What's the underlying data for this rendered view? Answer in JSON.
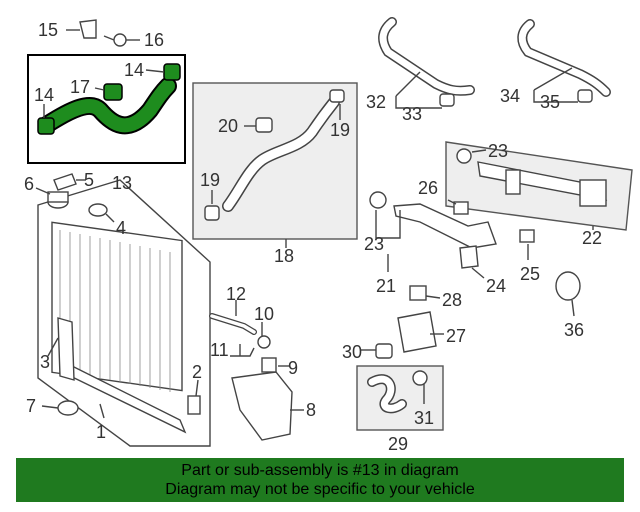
{
  "callouts": {
    "c1": "1",
    "c2": "2",
    "c3": "3",
    "c4": "4",
    "c5": "5",
    "c6": "6",
    "c7": "7",
    "c8": "8",
    "c9": "9",
    "c10": "10",
    "c11": "11",
    "c12": "12",
    "c13": "13",
    "c14a": "14",
    "c14b": "14",
    "c15": "15",
    "c16": "16",
    "c17": "17",
    "c18": "18",
    "c19a": "19",
    "c19b": "19",
    "c20": "20",
    "c21": "21",
    "c22": "22",
    "c23a": "23",
    "c23b": "23",
    "c24": "24",
    "c25": "25",
    "c26": "26",
    "c27": "27",
    "c28": "28",
    "c29": "29",
    "c30": "30",
    "c31": "31",
    "c32": "32",
    "c33": "33",
    "c34": "34",
    "c35": "35",
    "c36": "36"
  },
  "banner": {
    "line1": "Part or sub-assembly is #13 in diagram",
    "line2": "Diagram may not be specific to your vehicle"
  },
  "colors": {
    "highlight_part": "#1e8c1e",
    "banner_bg": "#1f7a1f"
  }
}
